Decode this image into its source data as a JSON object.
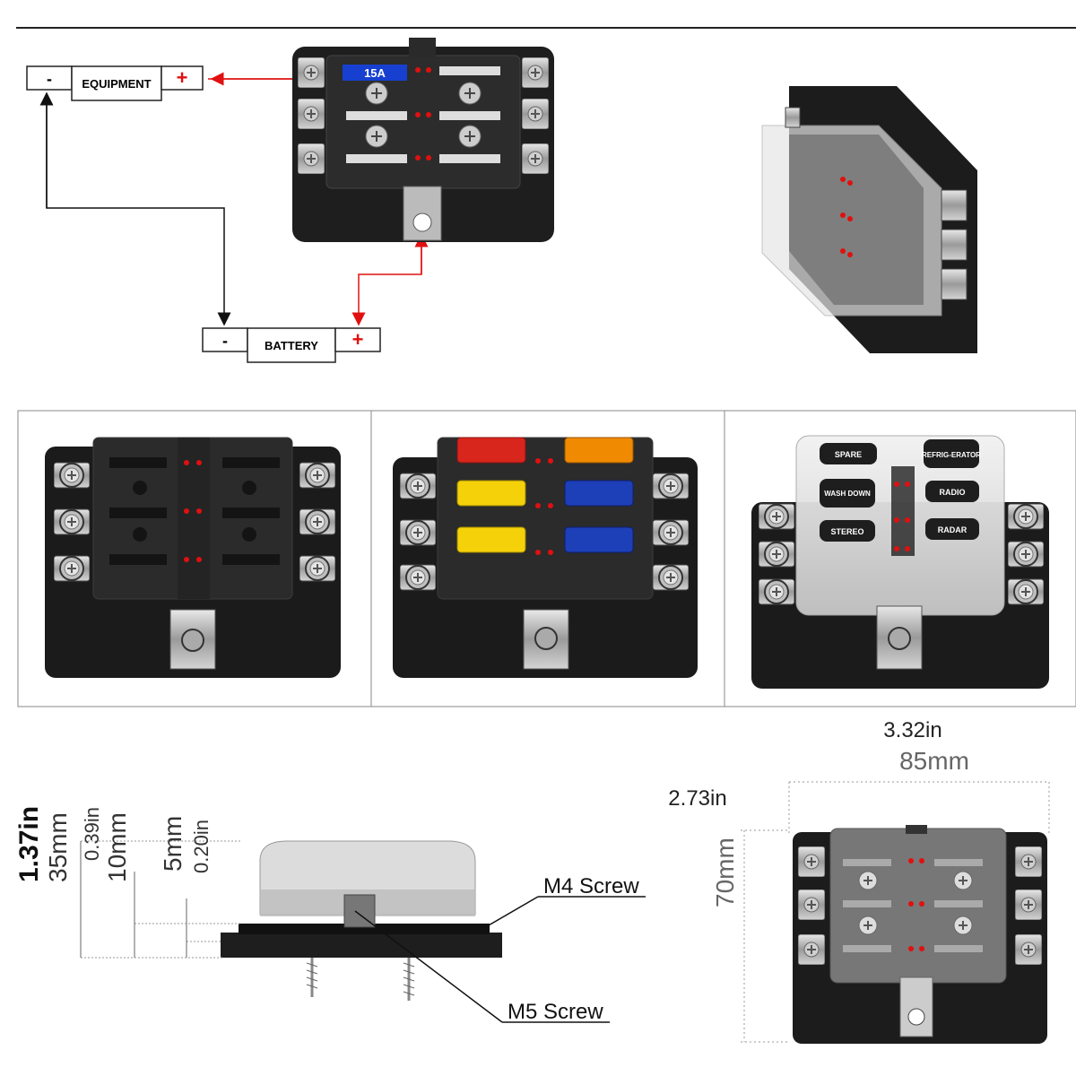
{
  "wiring": {
    "equipment": {
      "minus": "-",
      "label": "EQUIPMENT",
      "plus": "+"
    },
    "battery": {
      "minus": "-",
      "label": "BATTERY",
      "plus": "+"
    },
    "fuse_rating": "15A",
    "wire_colors": {
      "positive": "#e01010",
      "negative": "#111111"
    }
  },
  "lid_labels": [
    "SPARE",
    "REFRIG-ERATOR",
    "WASH DOWN",
    "RADIO",
    "STEREO",
    "RADAR"
  ],
  "fuse_colors": [
    "#d8261c",
    "#f08a00",
    "#f5d10a",
    "#1d3fb8",
    "#f5d10a",
    "#1d3fb8"
  ],
  "dimensions": {
    "height_in": "1.37in",
    "height_mm": "35mm",
    "base_in": "0.39in",
    "base_mm": "10mm",
    "flange_mm": "5mm",
    "flange_in": "0.20in",
    "m4_screw": "M4 Screw",
    "m5_screw": "M5 Screw",
    "width_in": "3.32in",
    "width_mm": "85mm",
    "depth_in": "2.73in",
    "depth_mm": "70mm"
  }
}
